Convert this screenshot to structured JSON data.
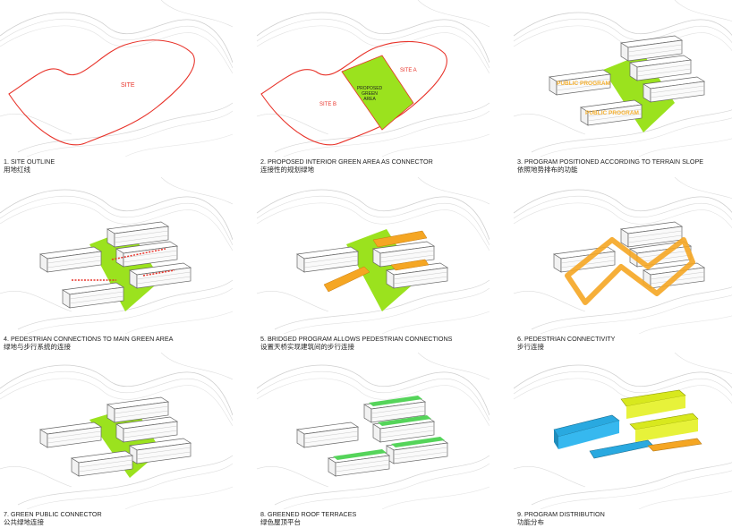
{
  "colors": {
    "site_line": "#e8332a",
    "green": "#9be21e",
    "orange": "#f5a623",
    "yellow_label": "#f5b030",
    "blue": "#29a9e0",
    "yellow_green": "#d8e81e",
    "terrace_green": "#55d45a"
  },
  "panels": [
    {
      "title": "1. SITE OUTLINE",
      "subtitle": "用地红线",
      "labels": {
        "site": "SITE"
      }
    },
    {
      "title": "2. PROPOSED INTERIOR GREEN AREA  AS CONNECTOR",
      "subtitle": "连接性的规划绿地",
      "labels": {
        "site_a": "SITE A",
        "site_b": "SITE B",
        "green": "PROPOSED\nGREEN\nAREA"
      }
    },
    {
      "title": "3. PROGRAM POSITIONED ACCORDING TO TERRAIN SLOPE",
      "subtitle": "依照地势排布的功能",
      "labels": {
        "program": "PUBLIC PROGRAM"
      }
    },
    {
      "title": "4.  PEDESTRIAN CONNECTIONS TO MAIN GREEN AREA",
      "subtitle": "绿地与步行系统的连接"
    },
    {
      "title": "5. BRIDGED PROGRAM ALLOWS PEDESTRIAN CONNECTIONS",
      "subtitle": "设置天桥实现建筑间的步行连接"
    },
    {
      "title": "6. PEDESTRIAN CONNECTIVITY",
      "subtitle": "步行连接"
    },
    {
      "title": "7. GREEN PUBLIC CONNECTOR",
      "subtitle": "公共绿地连接"
    },
    {
      "title": "8. GREENED ROOF TERRACES",
      "subtitle": "绿色屋顶平台"
    },
    {
      "title": "9. PROGRAM DISTRIBUTION",
      "subtitle": "功能分布"
    }
  ]
}
